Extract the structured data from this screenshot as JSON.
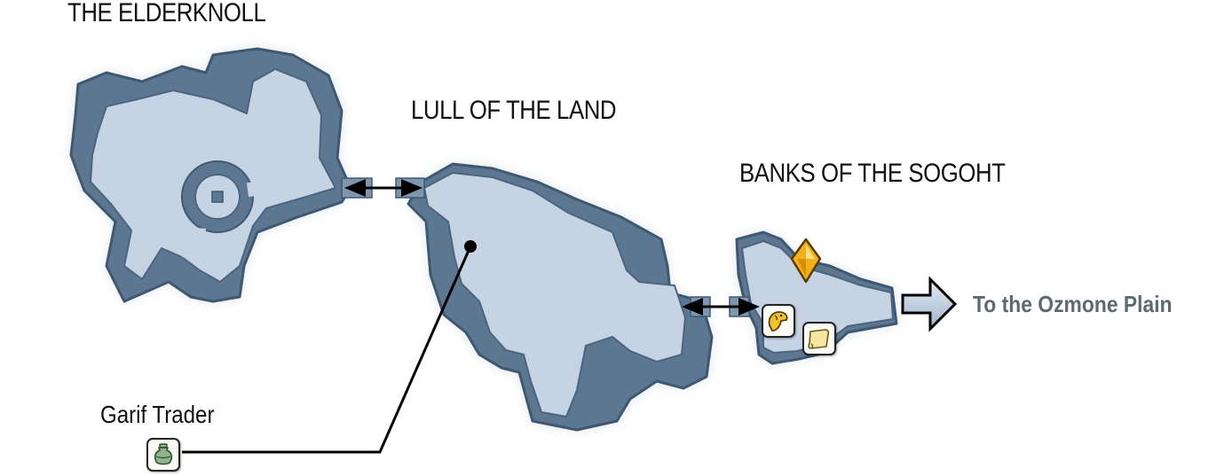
{
  "areas": {
    "elderknoll": "THE ELDERKNOLL",
    "lull": "LULL OF THE LAND",
    "sogoht": "BANKS OF THE SOGOHT"
  },
  "npc": {
    "garif_trader": "Garif Trader"
  },
  "exits": {
    "ozmone": "To the Ozmone Plain"
  },
  "icons": {
    "trader": "vase-icon",
    "save": "save-crystal-icon",
    "chocobo": "chocobo-icon",
    "map_scroll": "scroll-icon",
    "connector": "double-arrow-icon",
    "exit": "outline-arrow-icon"
  },
  "colors": {
    "terrain_light": "#c6d3e2",
    "terrain_dark": "#5e7790",
    "outline": "#3f5872",
    "exit_label": "#5c6b6d",
    "crystal": "#f0b020",
    "chocobo": "#f2c12e"
  }
}
